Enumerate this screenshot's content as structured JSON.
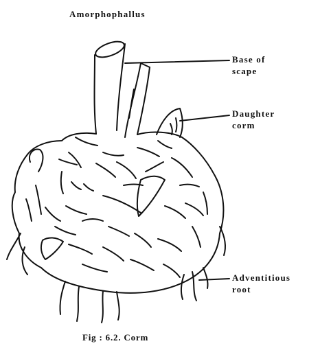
{
  "title": "Amorphophallus",
  "labels": {
    "base_of_scape": [
      "Base of",
      "scape"
    ],
    "daughter_corm": [
      "Daughter",
      "corm"
    ],
    "adventitious_root": [
      "Adventitious",
      "root"
    ]
  },
  "caption": "Fig : 6.2. Corm"
}
